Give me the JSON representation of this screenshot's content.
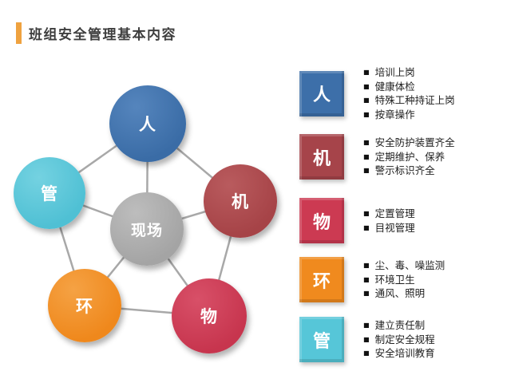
{
  "slide": {
    "title": "班组安全管理基本内容",
    "accent_color": "#EFA23F"
  },
  "icons": {
    "bullet": "■"
  },
  "diagram": {
    "center": {
      "label": "现场",
      "color": "#a9a9a9"
    },
    "nodes": [
      {
        "id": "person",
        "label": "人",
        "color": "#3d6fa9"
      },
      {
        "id": "machine",
        "label": "机",
        "color": "#a6444a"
      },
      {
        "id": "material",
        "label": "物",
        "color": "#cc3a52"
      },
      {
        "id": "environment",
        "label": "环",
        "color": "#f08a1e"
      },
      {
        "id": "management",
        "label": "管",
        "color": "#56c6d8"
      }
    ]
  },
  "legend": {
    "rows": [
      {
        "label": "人",
        "color": "#3d6fa9",
        "items": [
          "培训上岗",
          "健康体检",
          "特殊工种持证上岗",
          "按章操作"
        ]
      },
      {
        "label": "机",
        "color": "#a6444a",
        "items": [
          "安全防护装置齐全",
          "定期维护、保养",
          "警示标识齐全"
        ]
      },
      {
        "label": "物",
        "color": "#cc3a52",
        "items": [
          "定置管理",
          "目视管理"
        ]
      },
      {
        "label": "环",
        "color": "#f08a1e",
        "items": [
          "尘、毒、噪监测",
          "环境卫生",
          "通风、照明"
        ]
      },
      {
        "label": "管",
        "color": "#56c6d8",
        "items": [
          "建立责任制",
          "制定安全规程",
          "安全培训教育"
        ]
      }
    ]
  }
}
